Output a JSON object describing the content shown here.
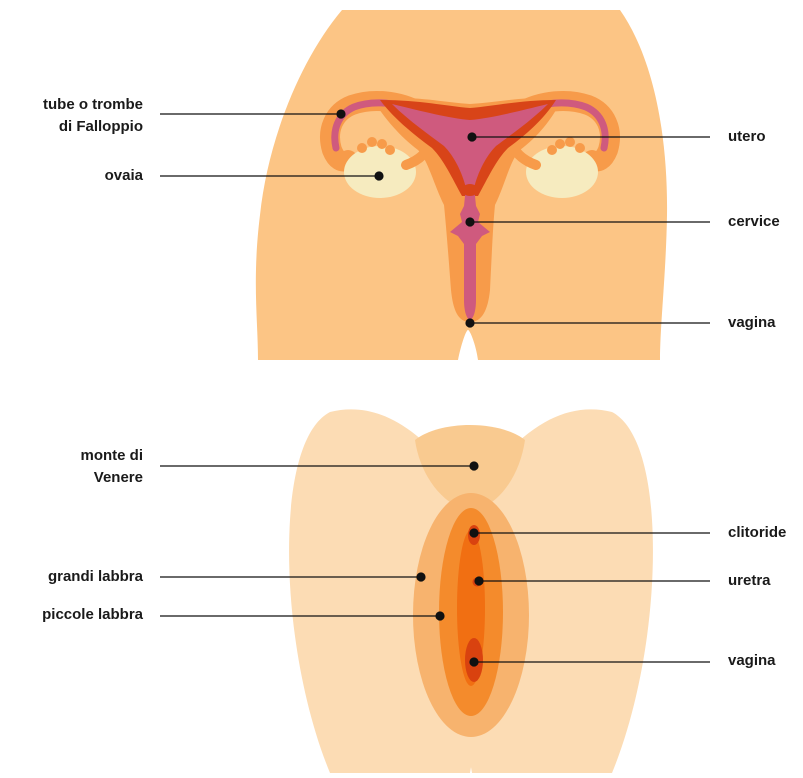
{
  "palette": {
    "skin_top": "#fcc585",
    "skin_bottom": "#fcdcb4",
    "mons": "#f9ca90",
    "labia_outer": "#f7b36e",
    "labia_inner": "#f48b2c",
    "vestibule": "#f16f12",
    "vagina_red": "#d9420f",
    "uterus_outer": "#f79b4a",
    "uterus_mid": "#f3842e",
    "uterus_red": "#d84418",
    "uterus_pink": "#cf5a7e",
    "ovary": "#f6ebbf",
    "line": "#111111"
  },
  "top_labels": {
    "tubes": "tube o trombe\ndi Falloppio",
    "ovaries": "ovaia",
    "uterus": "utero",
    "cervix": "cervice",
    "vagina": "vagina"
  },
  "bottom_labels": {
    "mons": "monte di\nVenere",
    "labia_majora": "grandi labbra",
    "labia_minora": "piccole labbra",
    "clitoris": "clitoride",
    "urethra": "uretra",
    "vagina": "vagina"
  }
}
